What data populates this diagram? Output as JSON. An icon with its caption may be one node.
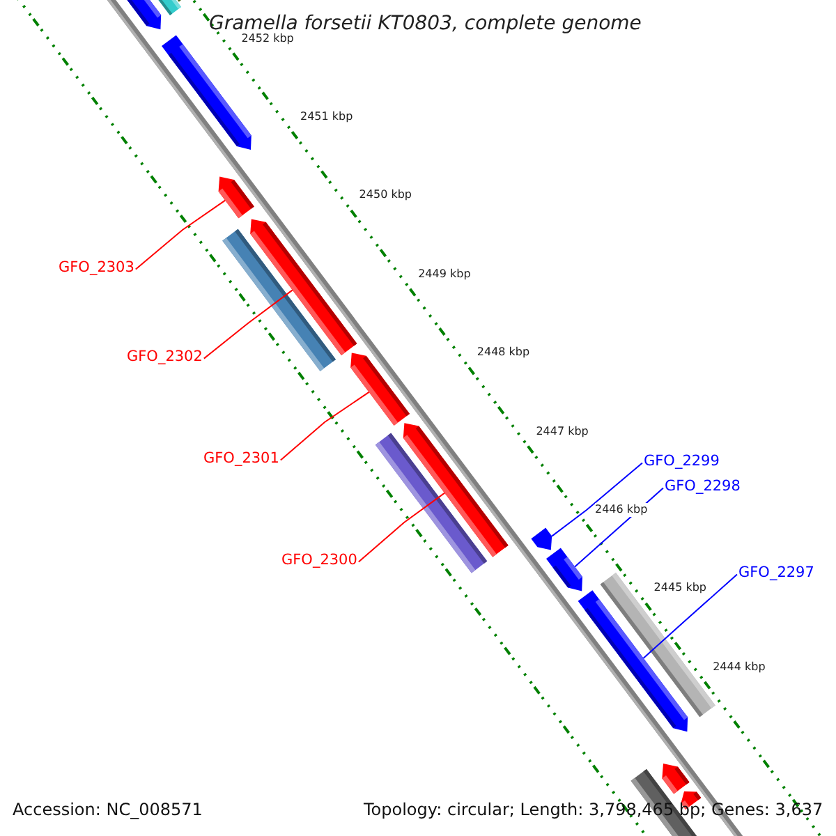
{
  "diagram": {
    "title": "Gramella forsetii KT0803, complete genome",
    "nodes": [
      {
        "text": [],
        "shape": "arrow"
      },
      {
        "text": [],
        "shape": "arrow"
      },
      {
        "text": [
          "GFO_2303"
        ]
      },
      {
        "text": [],
        "shape": "arrow"
      },
      {
        "text": [
          "GFO_2302"
        ]
      },
      {
        "text": [],
        "shape": "arrow"
      },
      {
        "text": [
          "GFO_2301"
        ]
      },
      {
        "text": [],
        "shape": "arrow"
      },
      {
        "text": [
          "GFO_2300"
        ]
      },
      {
        "text": [],
        "shape": "arrow"
      },
      {
        "text": [
          "GFO_2299"
        ]
      },
      {
        "text": [],
        "shape": "arrow"
      },
      {
        "text": [
          "GFO_2298"
        ]
      },
      {
        "text": [],
        "shape": "arrow"
      },
      {
        "text": [
          "GFO_2297"
        ]
      },
      {
        "text": [],
        "shape": "arrow"
      },
      {
        "text": [],
        "shape": "arrow"
      },
      {
        "text": [],
        "shape": "arrow"
      }
    ],
    "edges": [
      {
        "from": 2,
        "to": 3,
        "arrow": "none"
      },
      {
        "from": 4,
        "to": 5,
        "arrow": "none"
      },
      {
        "from": 6,
        "to": 7,
        "arrow": "none"
      },
      {
        "from": 8,
        "to": 9,
        "arrow": "none"
      },
      {
        "from": 10,
        "to": 11,
        "arrow": "none",
        "color": "#0000ff"
      },
      {
        "from": 12,
        "to": 13,
        "arrow": "none",
        "color": "#0000ff"
      },
      {
        "from": 14,
        "to": 15,
        "arrow": "none",
        "color": "#0000ff"
      }
    ],
    "labels": [
      "2452 kbp",
      "2451 kbp",
      "2450 kbp",
      "2449 kbp",
      "2448 kbp",
      "2447 kbp",
      "2446 kbp",
      "2445 kbp",
      "2444 kbp",
      "Accession: NC_008571",
      "Topology: circular; Length: 3,798,465 bp; Genes: 3,637"
    ]
  }
}
